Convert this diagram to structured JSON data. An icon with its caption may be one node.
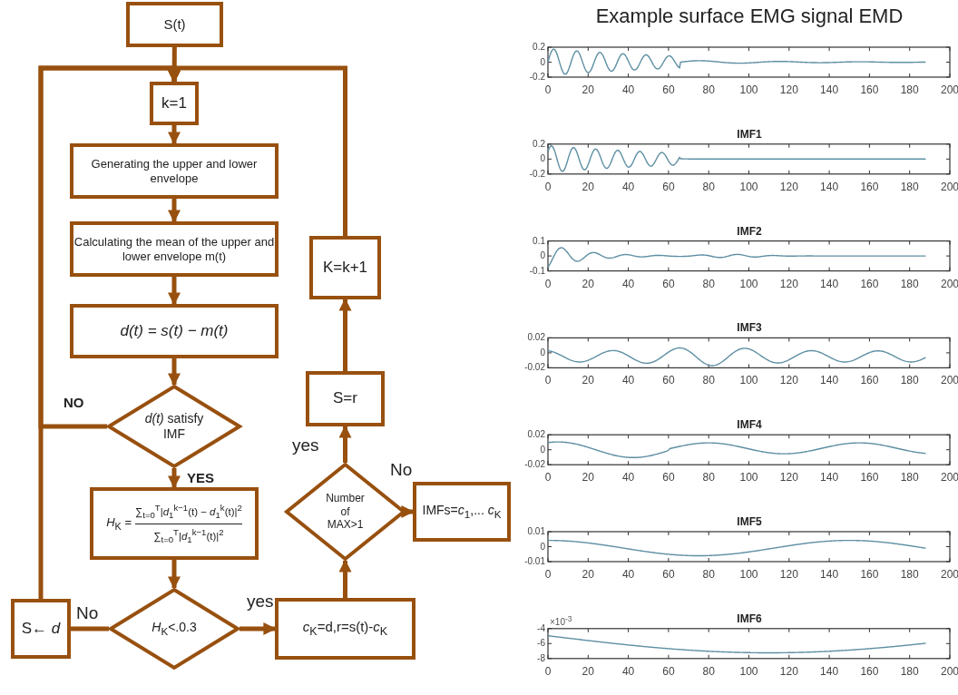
{
  "diagram": {
    "nodes": [
      {
        "text": [
          "S(t)"
        ]
      },
      {
        "text": [
          "k=1"
        ]
      },
      {
        "text": [
          "Generating the upper and lower envelope"
        ]
      },
      {
        "text": [
          "Calculating the mean  of the upper and lower envelope m(t)"
        ]
      },
      {
        "text": [
          "d(t) = s(t) − m(t)"
        ]
      },
      {
        "text": [
          "*d(t)* satisfy IMF"
        ]
      },
      {
        "text": [
          "*H*$_{K}$ =",
          "∑$_{t=0}$$^{T}$|*d*$_{1}$$^{k−1}$(t) − *d*$_{1}$$^{k}$(t)|$^{2}$",
          "∑$_{t=0}$$^{T}$|*d*$_{1}$$^{k−1}$(t)|$^{2}$"
        ]
      },
      {
        "text": [
          "*H*$_{K}$<.0.3"
        ]
      },
      {
        "text": [
          "S← *d*"
        ]
      },
      {
        "text": [
          "*c*$_{K}$=d,r=s(t)-*c*$_{K}$"
        ]
      },
      {
        "text": [
          "Number of MAX>1"
        ]
      },
      {
        "text": [
          "IMFs=*c*$_{1}$,... *c*$_{K}$"
        ]
      },
      {
        "text": [
          "S=r"
        ]
      },
      {
        "text": [
          "K=k+1"
        ]
      }
    ],
    "edges": [
      {
        "from": 0,
        "to": 1,
        "arrow": "to"
      },
      {
        "from": 1,
        "to": 2,
        "arrow": "to"
      },
      {
        "from": 2,
        "to": 3,
        "arrow": "to"
      },
      {
        "from": 3,
        "to": 4,
        "arrow": "to"
      },
      {
        "from": 4,
        "to": 5,
        "arrow": "to"
      },
      {
        "from": 5,
        "to": 6,
        "arrow": "to",
        "label": "YES"
      },
      {
        "from": 6,
        "to": 7,
        "arrow": "to"
      },
      {
        "from": 7,
        "to": 8,
        "arrow": "none",
        "label": "No"
      },
      {
        "from": 8,
        "to": 1,
        "arrow": "to"
      },
      {
        "from": 5,
        "to": 1,
        "arrow": "to",
        "label": "NO"
      },
      {
        "from": 7,
        "to": 9,
        "arrow": "to",
        "label": "yes"
      },
      {
        "from": 9,
        "to": 10,
        "arrow": "to"
      },
      {
        "from": 10,
        "to": 12,
        "arrow": "to",
        "label": "yes"
      },
      {
        "from": 10,
        "to": 11,
        "arrow": "to",
        "label": "No"
      },
      {
        "from": 12,
        "to": 13,
        "arrow": "to"
      },
      {
        "from": 13,
        "to": 1,
        "arrow": "to"
      }
    ],
    "labels": [
      "Example surface EMG signal EMD",
      "0.2",
      "0",
      "-0.2",
      "0",
      "20",
      "40",
      "60",
      "80",
      "100",
      "120",
      "140",
      "160",
      "180",
      "200",
      "IMF1",
      "0.2",
      "0",
      "-0.2",
      "0",
      "20",
      "40",
      "60",
      "80",
      "100",
      "120",
      "140",
      "160",
      "180",
      "200",
      "IMF2",
      "0.1",
      "0",
      "-0.1",
      "0",
      "20",
      "40",
      "60",
      "80",
      "100",
      "120",
      "140",
      "160",
      "180",
      "200",
      "IMF3",
      "0.02",
      "0",
      "-0.02",
      "0",
      "20",
      "40",
      "60",
      "80",
      "100",
      "120",
      "140",
      "160",
      "180",
      "200",
      "IMF4",
      "0.02",
      "0",
      "-0.02",
      "0",
      "20",
      "40",
      "60",
      "80",
      "100",
      "120",
      "140",
      "160",
      "180",
      "200",
      "IMF5",
      "0.01",
      "0",
      "-0.01",
      "0",
      "20",
      "40",
      "60",
      "80",
      "100",
      "120",
      "140",
      "160",
      "180",
      "200",
      "×10$^{-3}$",
      "IMF6",
      "-4",
      "-6",
      "-8",
      "0",
      "20",
      "40",
      "60",
      "80",
      "100",
      "120",
      "140",
      "160",
      "180",
      "200"
    ]
  }
}
